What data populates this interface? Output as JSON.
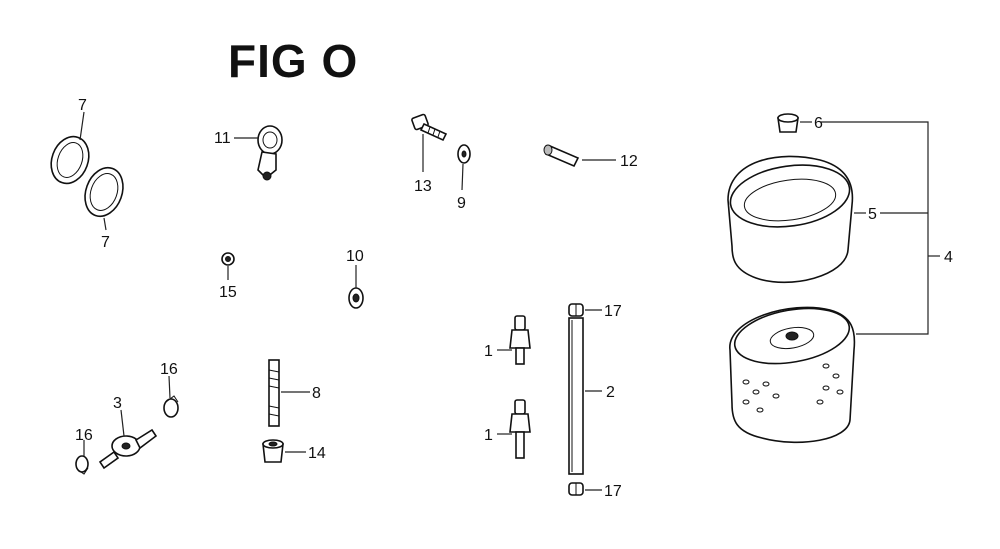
{
  "figure": {
    "title": "FIG O"
  },
  "callouts": {
    "c1a": "1",
    "c1b": "1",
    "c2": "2",
    "c3": "3",
    "c4": "4",
    "c5": "5",
    "c6": "6",
    "c7a": "7",
    "c7b": "7",
    "c8": "8",
    "c9": "9",
    "c10": "10",
    "c11": "11",
    "c12": "12",
    "c13": "13",
    "c14": "14",
    "c15": "15",
    "c16a": "16",
    "c16b": "16",
    "c17a": "17",
    "c17b": "17"
  }
}
